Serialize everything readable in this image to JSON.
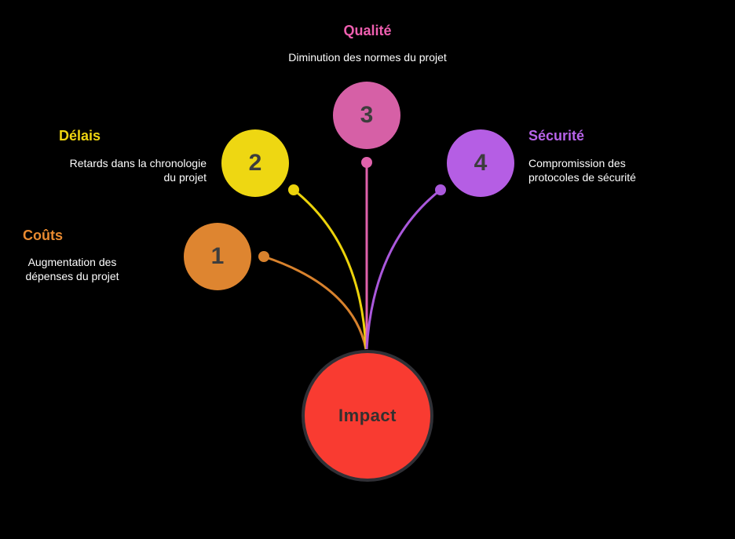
{
  "background": "#000000",
  "text_color": "#fdfdfd",
  "number_color": "#3d3d3d",
  "center": {
    "label": "Impact",
    "fill": "#f93b31",
    "border": "#303036",
    "label_color": "#34302f"
  },
  "nodes": [
    {
      "id": "couts",
      "number": "1",
      "title": "Coûts",
      "description": "Augmentation des\ndépenses du projet",
      "title_color": "#e98a30",
      "circle_color": "#de8530",
      "line_color": "#d8822d"
    },
    {
      "id": "delais",
      "number": "2",
      "title": "Délais",
      "description": "Retards dans la chronologie\ndu projet",
      "title_color": "#eed410",
      "circle_color": "#eed712",
      "line_color": "#ecd30b"
    },
    {
      "id": "qualite",
      "number": "3",
      "title": "Qualité",
      "description": "Diminution des normes du projet",
      "title_color": "#ef5fb0",
      "circle_color": "#d660a6",
      "line_color": "#e062ac"
    },
    {
      "id": "securite",
      "number": "4",
      "title": "Sécurité",
      "description": "Compromission des\nprotocoles de sécurité",
      "title_color": "#b763e9",
      "circle_color": "#b55ee4",
      "line_color": "#aa58dc"
    }
  ]
}
